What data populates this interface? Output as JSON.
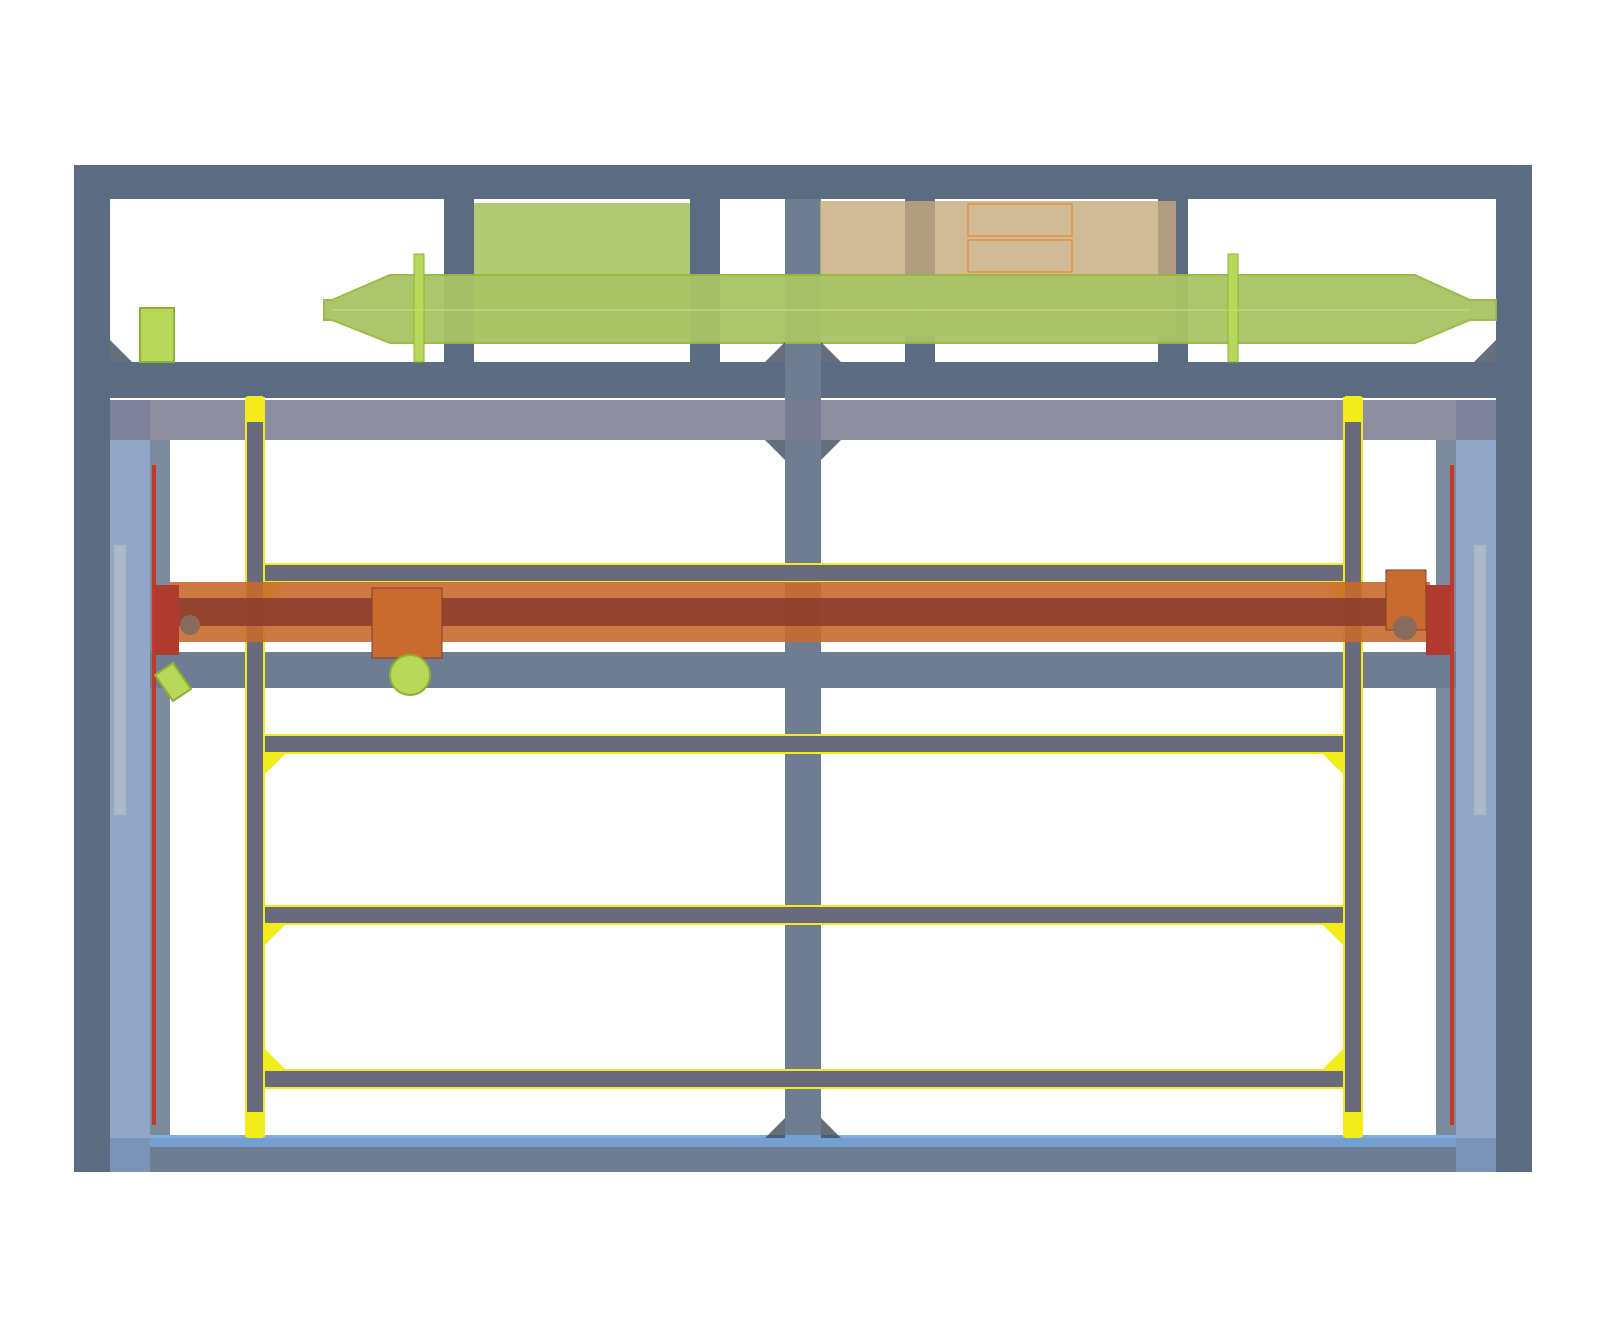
{
  "figure": {
    "kind": "cad-top-view",
    "components": [
      {
        "id": "outer-frame",
        "icon": "aluminum-extrusion-frame",
        "color": "#5b6b82"
      },
      {
        "id": "inner-frame-rails",
        "icon": "extrusion-rail",
        "color": "#6e7d92"
      },
      {
        "id": "laser-tube",
        "icon": "co2-laser-tube",
        "color": "#a8c464"
      },
      {
        "id": "power-supply",
        "icon": "power-supply-box",
        "color": "#c4aa7c"
      },
      {
        "id": "gantry",
        "icon": "x-axis-gantry",
        "color": "#c96a2e"
      },
      {
        "id": "side-rails",
        "icon": "y-axis-linear-rail",
        "color": "#c0392b"
      },
      {
        "id": "work-bed",
        "icon": "work-bed-frame",
        "color": "#f2ec1a"
      },
      {
        "id": "mirror-mounts",
        "icon": "mirror-mount",
        "color": "#b8d85a"
      },
      {
        "id": "side-panels",
        "icon": "side-panel",
        "color": "#7d98be"
      }
    ],
    "text_labels": []
  }
}
